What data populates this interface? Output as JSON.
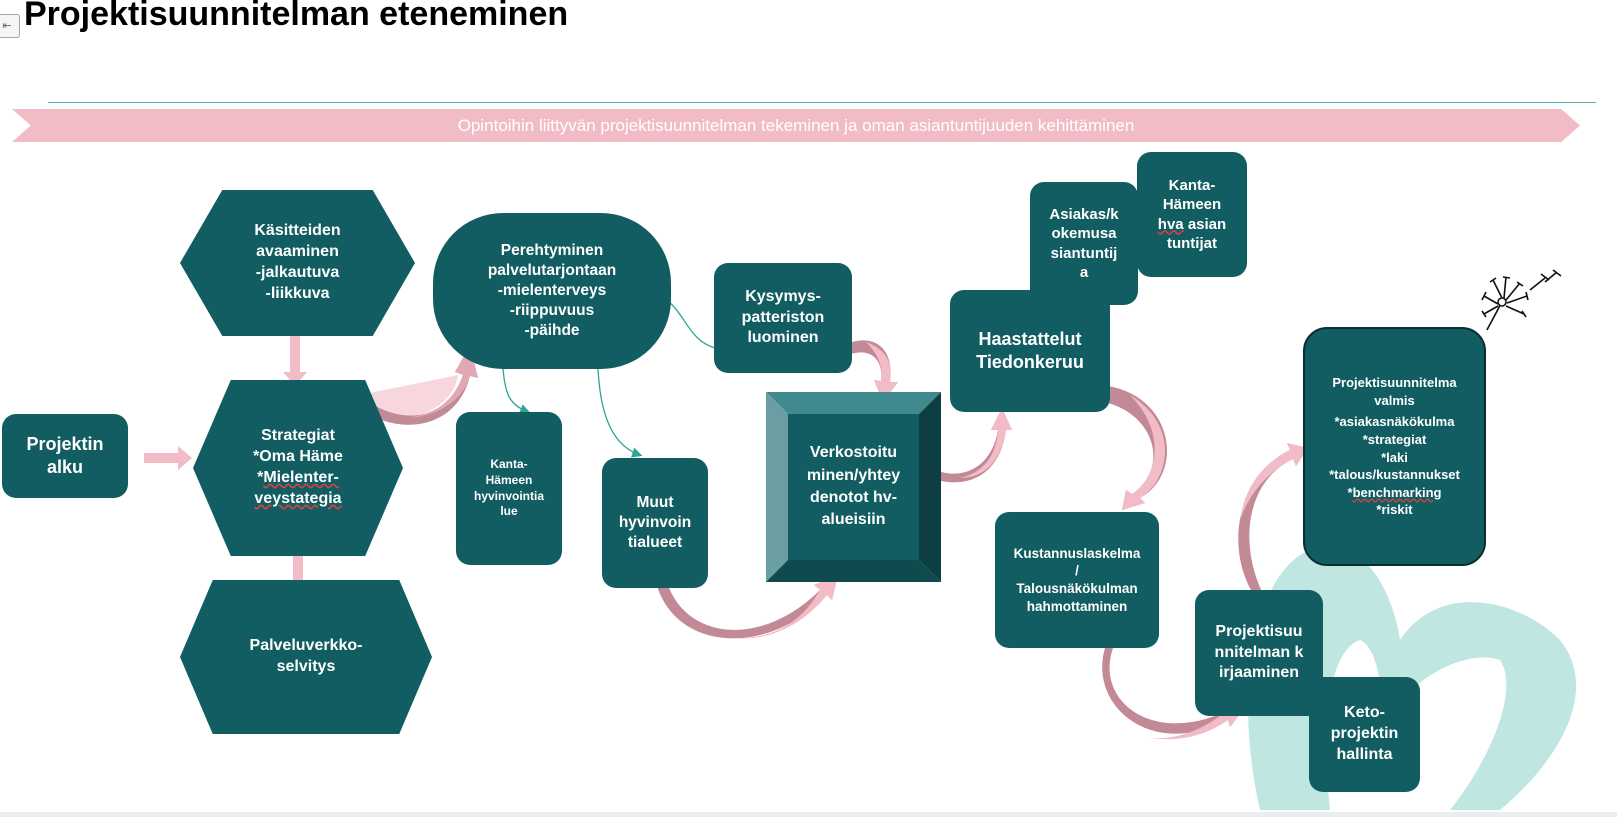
{
  "title": "Projektisuunnitelman eteneminen",
  "banner": "Opintoihin liittyvän projektisuunnitelman tekeminen ja oman asiantuntijuuden kehittäminen",
  "colors": {
    "node": "#115d62",
    "arrow_pink": "#f1bcc6",
    "arrow_mauve": "#c28a96",
    "connector_teal": "#2aa596",
    "heart_bg": "#bfe6e1"
  },
  "icons": {
    "corner": "collapse-icon",
    "dandelion": "dandelion-icon"
  },
  "nodes": {
    "projektin_alku": [
      "Projektin",
      "alku"
    ],
    "kasitteiden": [
      "Käsitteiden",
      "avaaminen",
      "-jalkautuva",
      "-liikkuva"
    ],
    "strategiat": {
      "l1": "Strategiat",
      "l2": "*Oma Häme",
      "l3_prefix": "*",
      "l3_word": "Mielenter-",
      "l4": "veystategia"
    },
    "palveluverkko": [
      "Palveluverkko-",
      "selvitys"
    ],
    "perehtyminen": [
      "Perehtyminen",
      "palvelutarjontaan",
      "-mielenterveys",
      "-riippuvuus",
      "-päihde"
    ],
    "kanta_hameen": [
      "Kanta-",
      "Hämeen",
      "hyvinvointia",
      "lue"
    ],
    "muut": [
      "Muut",
      "hyvinvoin",
      "tialueet"
    ],
    "kysymys": [
      "Kysymys-",
      "patteriston",
      "luominen"
    ],
    "verkostoitu": [
      "Verkostoitu",
      "minen/yhtey",
      "denotot hv-",
      "alueisiin"
    ],
    "asiakas": [
      "Asiakas/k",
      "okemusa",
      "siantuntij",
      "a"
    ],
    "kanta_hva": {
      "l1": "Kanta-",
      "l2": "Hämeen",
      "l3_word": "hva",
      "l3_rest": " asian",
      "l4": "tuntijat"
    },
    "haastattelut": [
      "Haastattelut",
      "Tiedonkeruu"
    ],
    "kustannus": [
      "Kustannuslaskelma",
      "/",
      "Talousnäkökulman",
      "hahmottaminen"
    ],
    "valmis": {
      "l1": "Projektisuunnitelma",
      "l2": "valmis",
      "l3": "*asiakasnäkökulma",
      "l4": "*strategiat",
      "l5": "*laki",
      "l6": "*talous/kustannukset",
      "l7_prefix": "*",
      "l7_word": "benchmarking",
      "l8": "*riskit"
    },
    "kirjaaminen": [
      "Projektisuu",
      "nnitelman k",
      "irjaaminen"
    ],
    "keto": [
      "Keto-",
      "projektin",
      "hallinta"
    ]
  }
}
